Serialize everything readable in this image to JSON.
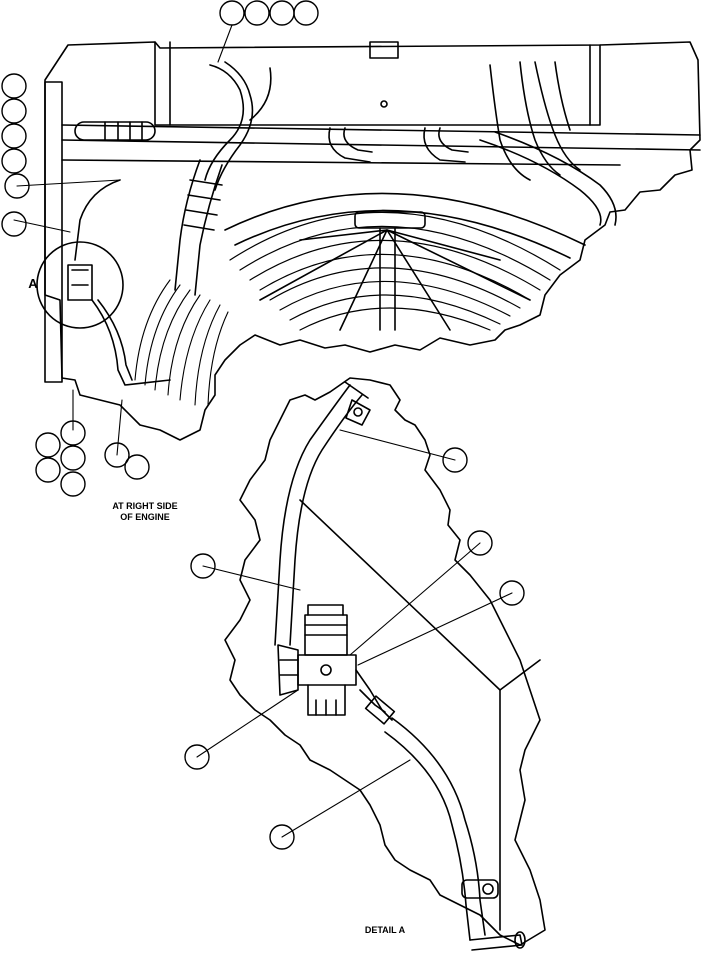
{
  "labels": {
    "side_line1": "AT RIGHT SIDE",
    "side_line2": "OF ENGINE",
    "detail": "DETAIL A",
    "callout_letter": "A"
  },
  "callout_circles": {
    "count": 23,
    "style": "empty balloon"
  },
  "colors": {
    "ink": "#000000",
    "paper": "#ffffff"
  }
}
